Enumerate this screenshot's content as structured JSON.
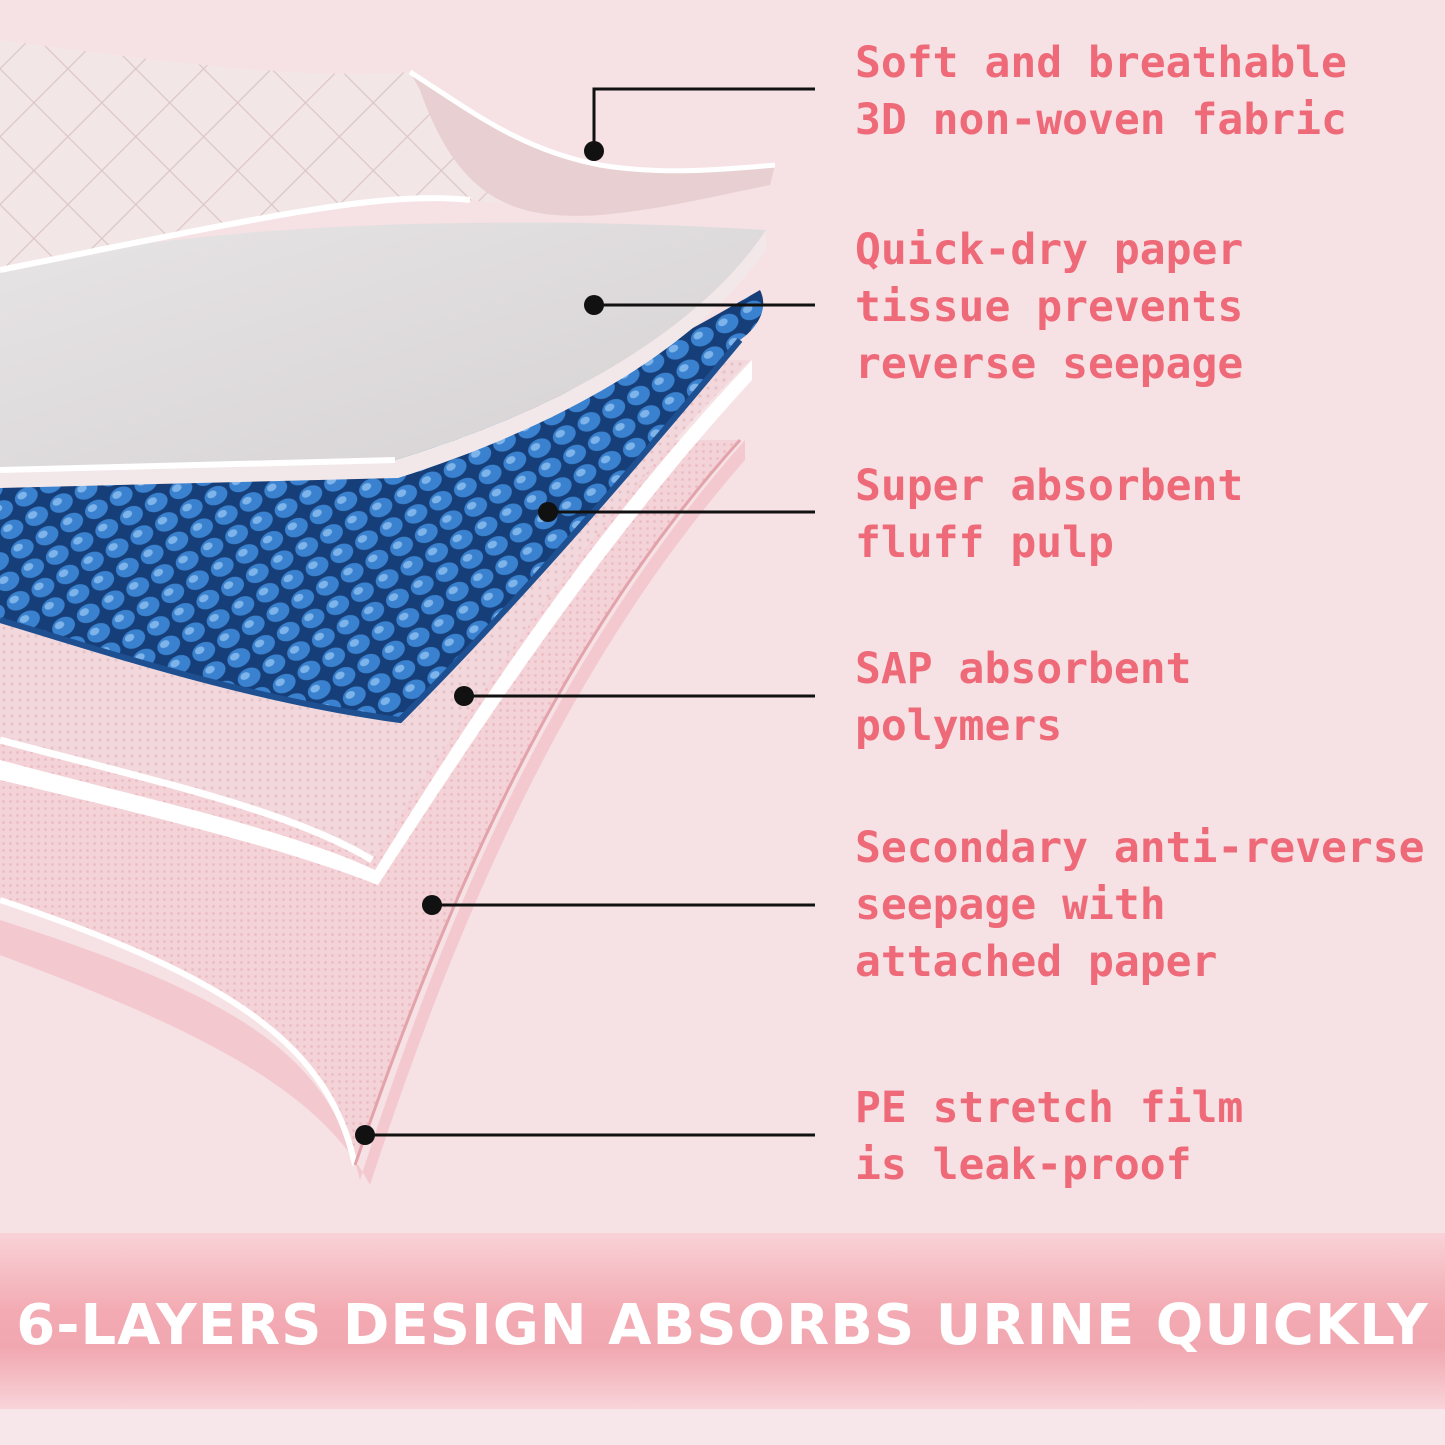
{
  "labels": [
    {
      "lines": [
        "Soft and breathable",
        "3D non-woven fabric"
      ]
    },
    {
      "lines": [
        "Quick-dry paper",
        "tissue prevents",
        "reverse seepage"
      ]
    },
    {
      "lines": [
        "Super absorbent",
        "fluff pulp"
      ]
    },
    {
      "lines": [
        "SAP absorbent",
        "polymers"
      ]
    },
    {
      "lines": [
        "Secondary anti-reverse",
        "seepage with",
        "attached paper"
      ]
    },
    {
      "lines": [
        "PE stretch film",
        "is leak-proof"
      ]
    }
  ],
  "banner": {
    "text": "6-LAYERS DESIGN ABSORBS URINE QUICKLY"
  },
  "colors": {
    "background": "#f6e1e4",
    "label_text": "#ee6a78",
    "banner_text": "#ffffff",
    "fluff_blue": "#2f6db5",
    "leader_line": "#111111"
  }
}
